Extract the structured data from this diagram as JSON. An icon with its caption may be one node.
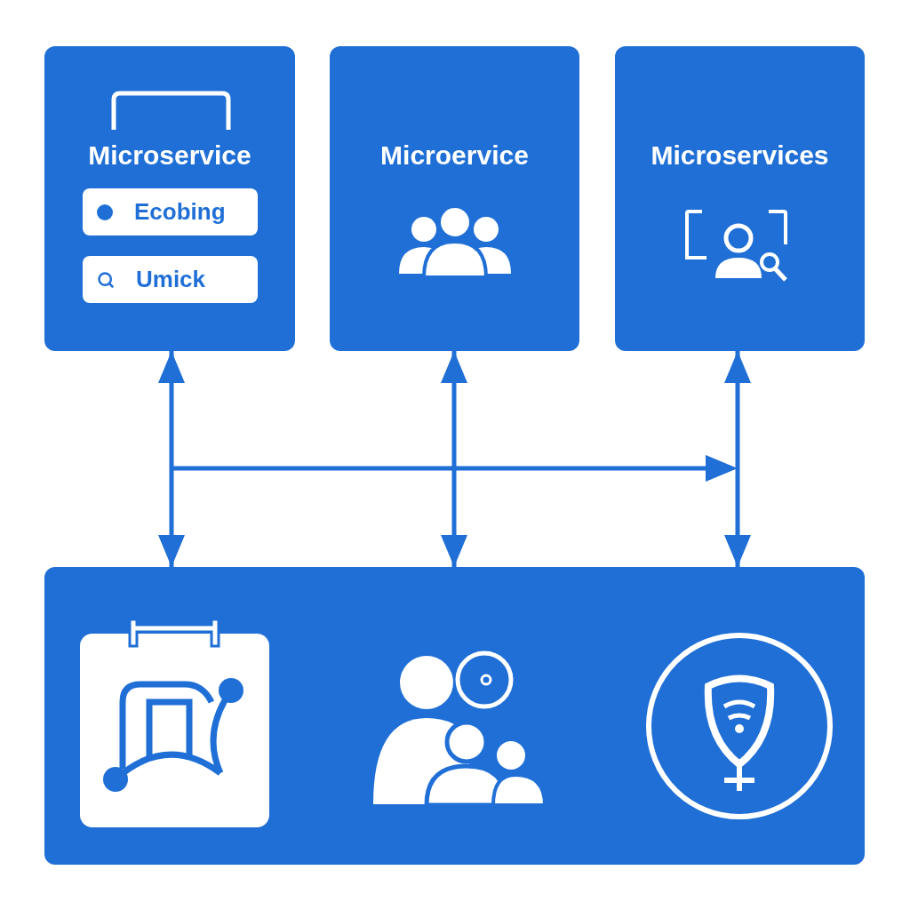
{
  "diagram": {
    "nodes": [
      {
        "text": [
          "Microservice"
        ]
      },
      {
        "text": [
          "Ecobing"
        ],
        "in": 0
      },
      {
        "text": [
          "Umick"
        ],
        "in": 0
      },
      {
        "text": [
          "Microervice"
        ]
      },
      {
        "text": [
          "Microservices"
        ]
      },
      {
        "text": [],
        "shape": "box"
      }
    ],
    "edges": [
      {
        "from": 0,
        "to": 5,
        "arrow": "both"
      },
      {
        "from": 3,
        "to": 5,
        "arrow": "both"
      },
      {
        "from": 4,
        "to": 5,
        "arrow": "both"
      }
    ]
  }
}
